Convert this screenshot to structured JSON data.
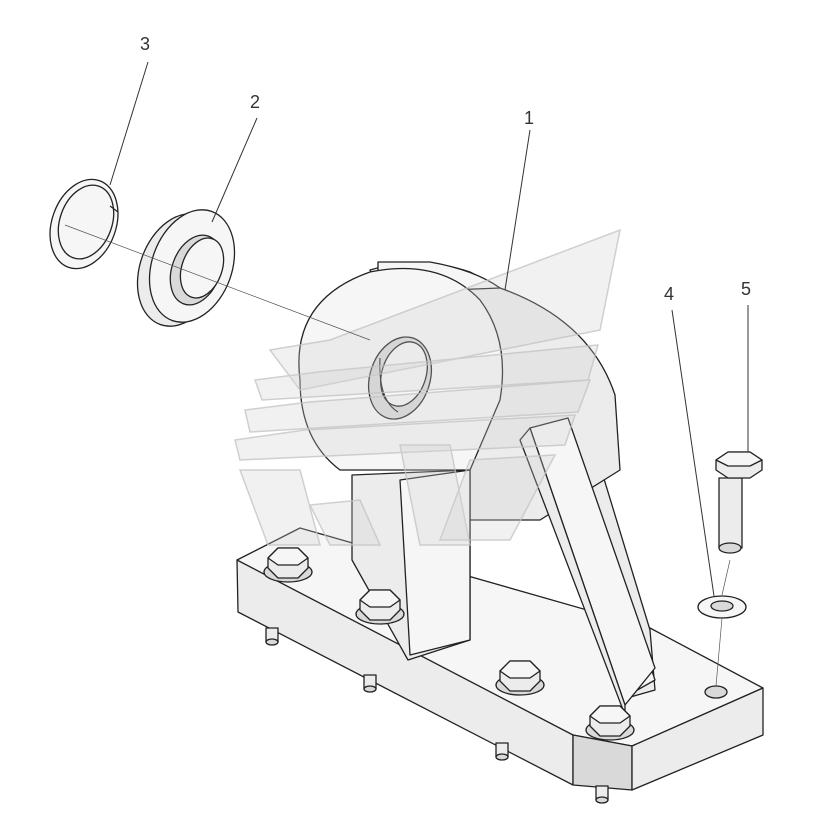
{
  "drawing": {
    "callouts": [
      {
        "id": "1",
        "label": "1"
      },
      {
        "id": "2",
        "label": "2"
      },
      {
        "id": "3",
        "label": "3"
      },
      {
        "id": "4",
        "label": "4"
      },
      {
        "id": "5",
        "label": "5"
      }
    ]
  },
  "colors": {
    "line": "#222222",
    "part_fill": "#ececec",
    "watermark": "#c9c9c9"
  }
}
